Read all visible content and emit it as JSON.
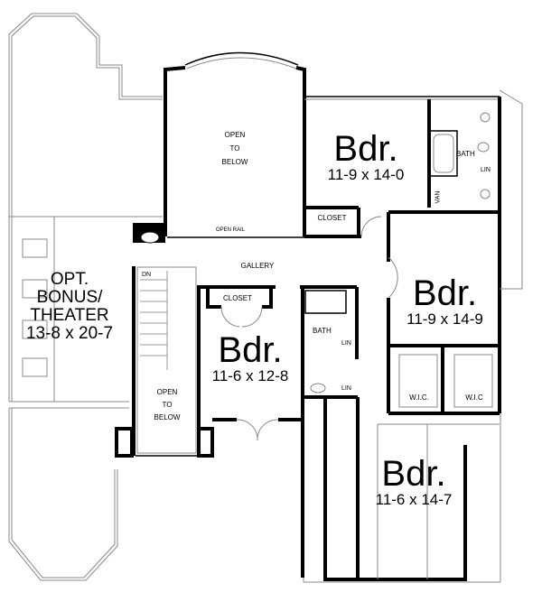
{
  "rooms": {
    "bonus": {
      "line1": "OPT.",
      "line2": "BONUS/",
      "line3": "THEATER",
      "dims": "13-8 x 20-7"
    },
    "open_top": {
      "line1": "OPEN",
      "line2": "TO",
      "line3": "BELOW"
    },
    "open_rail": "OPEN RAIL",
    "gallery": "GALLERY",
    "stair_dn": "DN",
    "open_stair": {
      "line1": "OPEN",
      "line2": "TO",
      "line3": "BELOW"
    },
    "bdr_top": {
      "name": "Bdr.",
      "dims": "11-9 x 14-0",
      "closet": "CLOSET"
    },
    "bath_top": {
      "bath": "BATH",
      "lin": "LIN",
      "van": "VAN"
    },
    "bdr_right": {
      "name": "Bdr.",
      "dims": "11-9 x 14-9"
    },
    "wic1": "W.I.C.",
    "wic2": "W.I.C",
    "bdr_mid": {
      "name": "Bdr.",
      "dims": "11-6 x 12-8",
      "closet": "CLOSET"
    },
    "bath_mid": {
      "bath": "BATH",
      "lin1": "LIN",
      "lin2": "LIN"
    },
    "bdr_bottom": {
      "name": "Bdr.",
      "dims": "11-6 x 14-7"
    }
  }
}
